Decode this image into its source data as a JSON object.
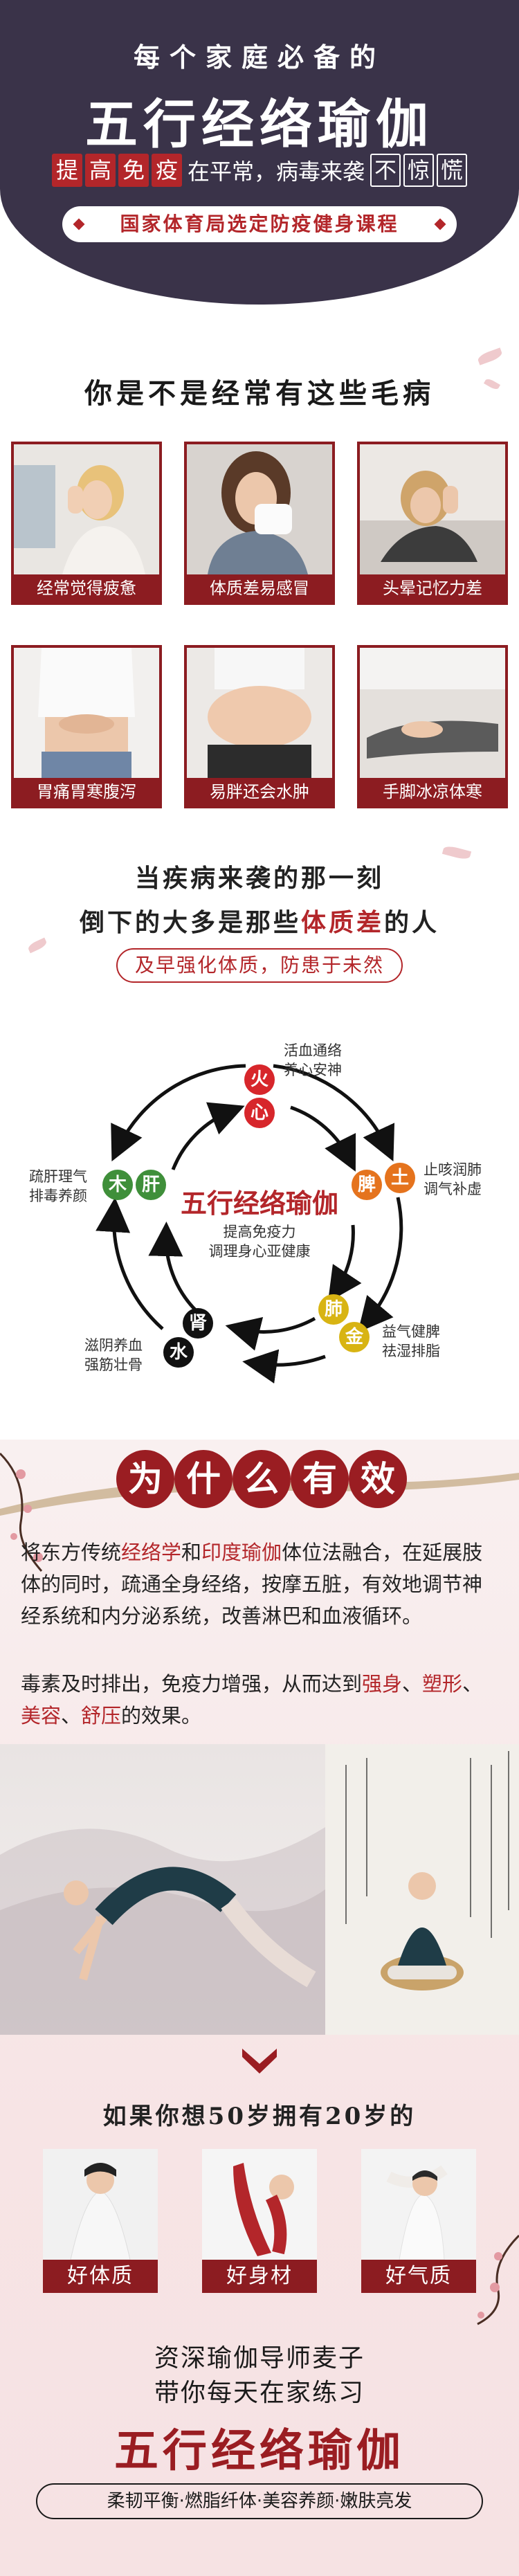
{
  "header": {
    "tagline": "每个家庭必备的",
    "title": "五行经络瑜伽",
    "subline": {
      "boxed1": [
        "提",
        "高",
        "免",
        "疫"
      ],
      "mid": "在平常，病毒来袭",
      "boxed2": [
        "不",
        "惊",
        "慌"
      ]
    },
    "banner": "国家体育局选定防疫健身课程"
  },
  "symptoms": {
    "title": "你是不是经常有这些毛病",
    "items": [
      {
        "label": "经常觉得疲惫"
      },
      {
        "label": "体质差易感冒"
      },
      {
        "label": "头晕记忆力差"
      },
      {
        "label": "胃痛胃寒腹泻"
      },
      {
        "label": "易胖还会水肿"
      },
      {
        "label": "手脚冰凉体寒"
      }
    ]
  },
  "quote": {
    "line1": "当疾病来袭的那一刻",
    "line2_pre": "倒下的大多是那些",
    "line2_hl": "体质差",
    "line2_post": "的人",
    "advice": "及早强化体质，防患于未然"
  },
  "cycle": {
    "center_title": "五行经络瑜伽",
    "center_sub1": "提高免疫力",
    "center_sub2": "调理身心亚健康",
    "nodes": {
      "fire": {
        "element": "火",
        "organ": "心",
        "desc1": "活血通络",
        "desc2": "养心安神",
        "color": "#d7262b"
      },
      "earth": {
        "element": "土",
        "organ": "脾",
        "desc1": "止咳润肺",
        "desc2": "调气补虚",
        "color": "#e5731d"
      },
      "metal": {
        "element": "金",
        "organ": "肺",
        "desc1": "益气健脾",
        "desc2": "祛湿排脂",
        "color": "#d8b413"
      },
      "water": {
        "element": "水",
        "organ": "肾",
        "desc1": "滋阴养血",
        "desc2": "强筋壮骨",
        "color": "#111111"
      },
      "wood": {
        "element": "木",
        "organ": "肝",
        "desc1": "疏肝理气",
        "desc2": "排毒养颜",
        "color": "#3f8f3a"
      }
    }
  },
  "why": {
    "title_chars": [
      "为",
      "什",
      "么",
      "有",
      "效"
    ],
    "para1": {
      "t1": "将东方传统",
      "hl1": "经络学",
      "t2": "和",
      "hl2": "印度瑜伽",
      "t3": "体位法融合，在延展肢体的同时，疏通全身经络，按摩五脏，有效地调节神经系统和内分泌系统，改善淋巴和血液循环。"
    },
    "para2": {
      "t1": "毒素及时排出，免疫力增强，从而达到",
      "hl1": "强身",
      "sep1": "、",
      "hl2": "塑形",
      "sep2": "、",
      "hl3": "美容",
      "sep3": "、",
      "hl4": "舒压",
      "t2": "的效果。"
    }
  },
  "benefits": {
    "title": "如果你想50岁拥有20岁的",
    "items": [
      {
        "label": "好体质"
      },
      {
        "label": "好身材"
      },
      {
        "label": "好气质"
      }
    ]
  },
  "footer": {
    "teacher_line1": "资深瑜伽导师麦子",
    "teacher_line2": "带你每天在家练习",
    "title": "五行经络瑜伽",
    "tags": "柔韧平衡·燃脂纤体·美容养颜·嫩肤亮发"
  },
  "colors": {
    "header_bg": "#3a3349",
    "accent_red": "#b3262a",
    "dark_red": "#8c1c21",
    "pink_bg": "#f7e4e5"
  }
}
